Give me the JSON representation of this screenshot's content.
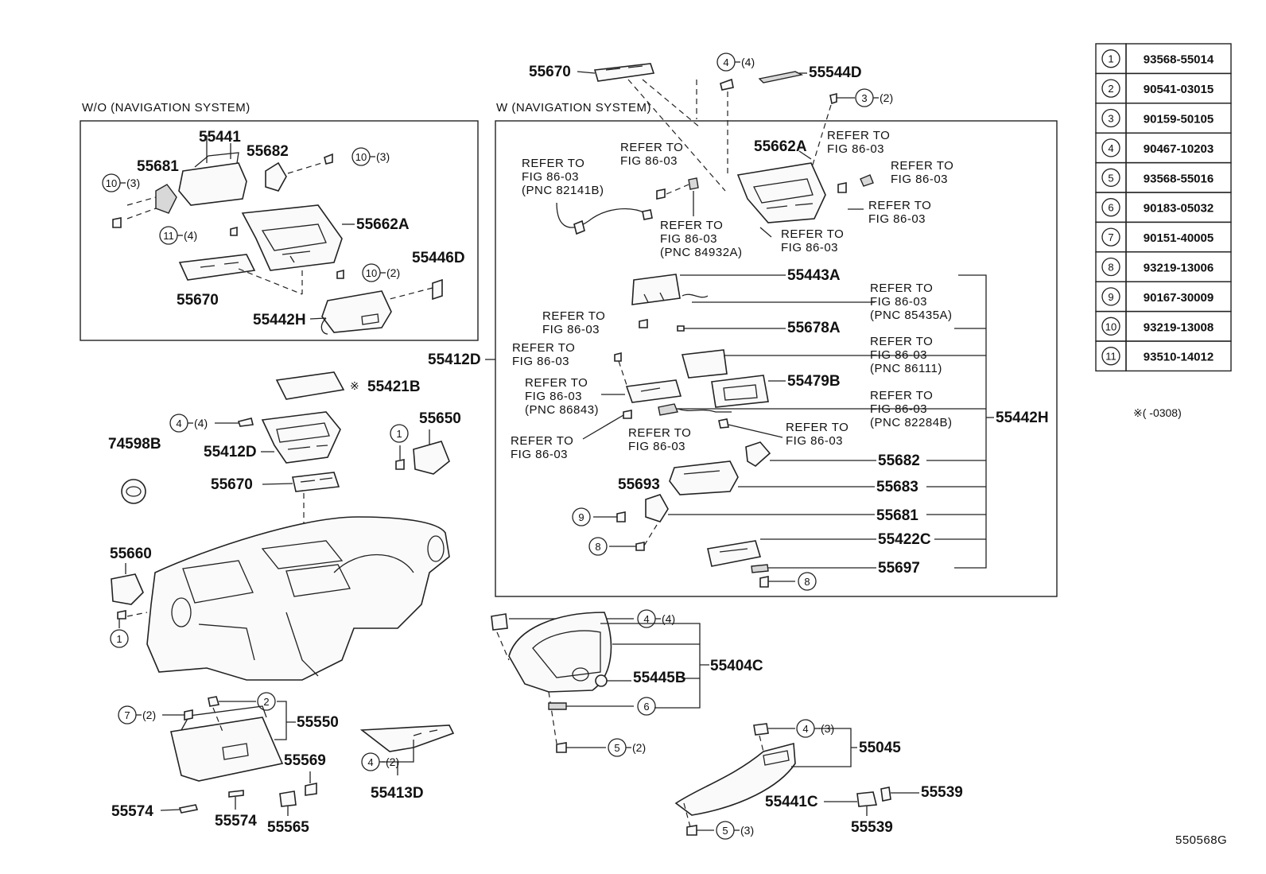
{
  "diagram_id": "550568G",
  "footnote": "※(      -0308)",
  "groups": {
    "wo_nav": "W/O (NAVIGATION SYSTEM)",
    "w_nav": "W (NAVIGATION SYSTEM)"
  },
  "legend": [
    {
      "num": "1",
      "part": "93568-55014"
    },
    {
      "num": "2",
      "part": "90541-03015"
    },
    {
      "num": "3",
      "part": "90159-50105"
    },
    {
      "num": "4",
      "part": "90467-10203"
    },
    {
      "num": "5",
      "part": "93568-55016"
    },
    {
      "num": "6",
      "part": "90183-05032"
    },
    {
      "num": "7",
      "part": "90151-40005"
    },
    {
      "num": "8",
      "part": "93219-13006"
    },
    {
      "num": "9",
      "part": "90167-30009"
    },
    {
      "num": "10",
      "part": "93219-13008"
    },
    {
      "num": "11",
      "part": "93510-14012"
    }
  ],
  "parts": {
    "p55670_top": "55670",
    "p55544D": "55544D",
    "p55441": "55441",
    "p55682_a": "55682",
    "p55681_a": "55681",
    "p55662A_a": "55662A",
    "p55446D": "55446D",
    "p55670_a": "55670",
    "p55442H_a": "55442H",
    "p55662A_b": "55662A",
    "p55443A": "55443A",
    "p55678A": "55678A",
    "p55412D_r": "55412D",
    "p55479B": "55479B",
    "p55442H_r": "55442H",
    "p55682_b": "55682",
    "p55693": "55693",
    "p55683": "55683",
    "p55681_b": "55681",
    "p55422C": "55422C",
    "p55697": "55697",
    "p55421B": "55421B",
    "p55412D": "55412D",
    "p55650": "55650",
    "p74598B": "74598B",
    "p55670_b": "55670",
    "p55660": "55660",
    "p55404C": "55404C",
    "p55445B": "55445B",
    "p55550": "55550",
    "p55569": "55569",
    "p55574_a": "55574",
    "p55574_b": "55574",
    "p55565": "55565",
    "p55413D": "55413D",
    "p55045": "55045",
    "p55441C": "55441C",
    "p55539_a": "55539",
    "p55539_b": "55539"
  },
  "refs": {
    "r1": [
      "REFER TO",
      "FIG 86-03",
      "(PNC 82141B)"
    ],
    "r2": [
      "REFER TO",
      "FIG 86-03"
    ],
    "r3": [
      "REFER TO",
      "FIG 86-03"
    ],
    "r4": [
      "REFER TO",
      "FIG 86-03"
    ],
    "r5": [
      "REFER TO",
      "FIG 86-03",
      "(PNC 84932A)"
    ],
    "r6": [
      "REFER TO",
      "FIG 86-03"
    ],
    "r7": [
      "REFER TO",
      "FIG 86-03"
    ],
    "r8": [
      "REFER TO",
      "FIG 86-03",
      "(PNC 85435A)"
    ],
    "r9": [
      "REFER TO",
      "FIG 86-03"
    ],
    "r10": [
      "REFER TO",
      "FIG 86-03",
      "(PNC 86111)"
    ],
    "r11": [
      "REFER TO",
      "FIG 86-03"
    ],
    "r12": [
      "REFER TO",
      "FIG 86-03",
      "(PNC 86843)"
    ],
    "r13": [
      "REFER TO",
      "FIG 86-03",
      "(PNC 82284B)"
    ],
    "r14": [
      "REFER TO",
      "FIG 86-03"
    ],
    "r15": [
      "REFER TO",
      "FIG 86-03"
    ],
    "r16": [
      "REFER TO",
      "FIG 86-03"
    ]
  },
  "callouts": {
    "c4_top": {
      "n": "4",
      "q": "(4)"
    },
    "c3_top": {
      "n": "3",
      "q": "(2)"
    },
    "c10_a": {
      "n": "10",
      "q": "(3)"
    },
    "c10_b": {
      "n": "10",
      "q": "(3)"
    },
    "c11": {
      "n": "11",
      "q": "(4)"
    },
    "c10_c": {
      "n": "10",
      "q": "(2)"
    },
    "c4_mid": {
      "n": "4",
      "q": "(4)"
    },
    "c1_a": {
      "n": "1",
      "q": ""
    },
    "c1_b": {
      "n": "1",
      "q": ""
    },
    "c9": {
      "n": "9",
      "q": ""
    },
    "c8_a": {
      "n": "8",
      "q": ""
    },
    "c8_b": {
      "n": "8",
      "q": ""
    },
    "c4_low": {
      "n": "4",
      "q": "(4)"
    },
    "c6": {
      "n": "6",
      "q": ""
    },
    "c5_a": {
      "n": "5",
      "q": "(2)"
    },
    "c7": {
      "n": "7",
      "q": "(2)"
    },
    "c2": {
      "n": "2",
      "q": ""
    },
    "c4_glove": {
      "n": "4",
      "q": "(2)"
    },
    "c4_br": {
      "n": "4",
      "q": "(3)"
    },
    "c5_b": {
      "n": "5",
      "q": "(3)"
    }
  }
}
